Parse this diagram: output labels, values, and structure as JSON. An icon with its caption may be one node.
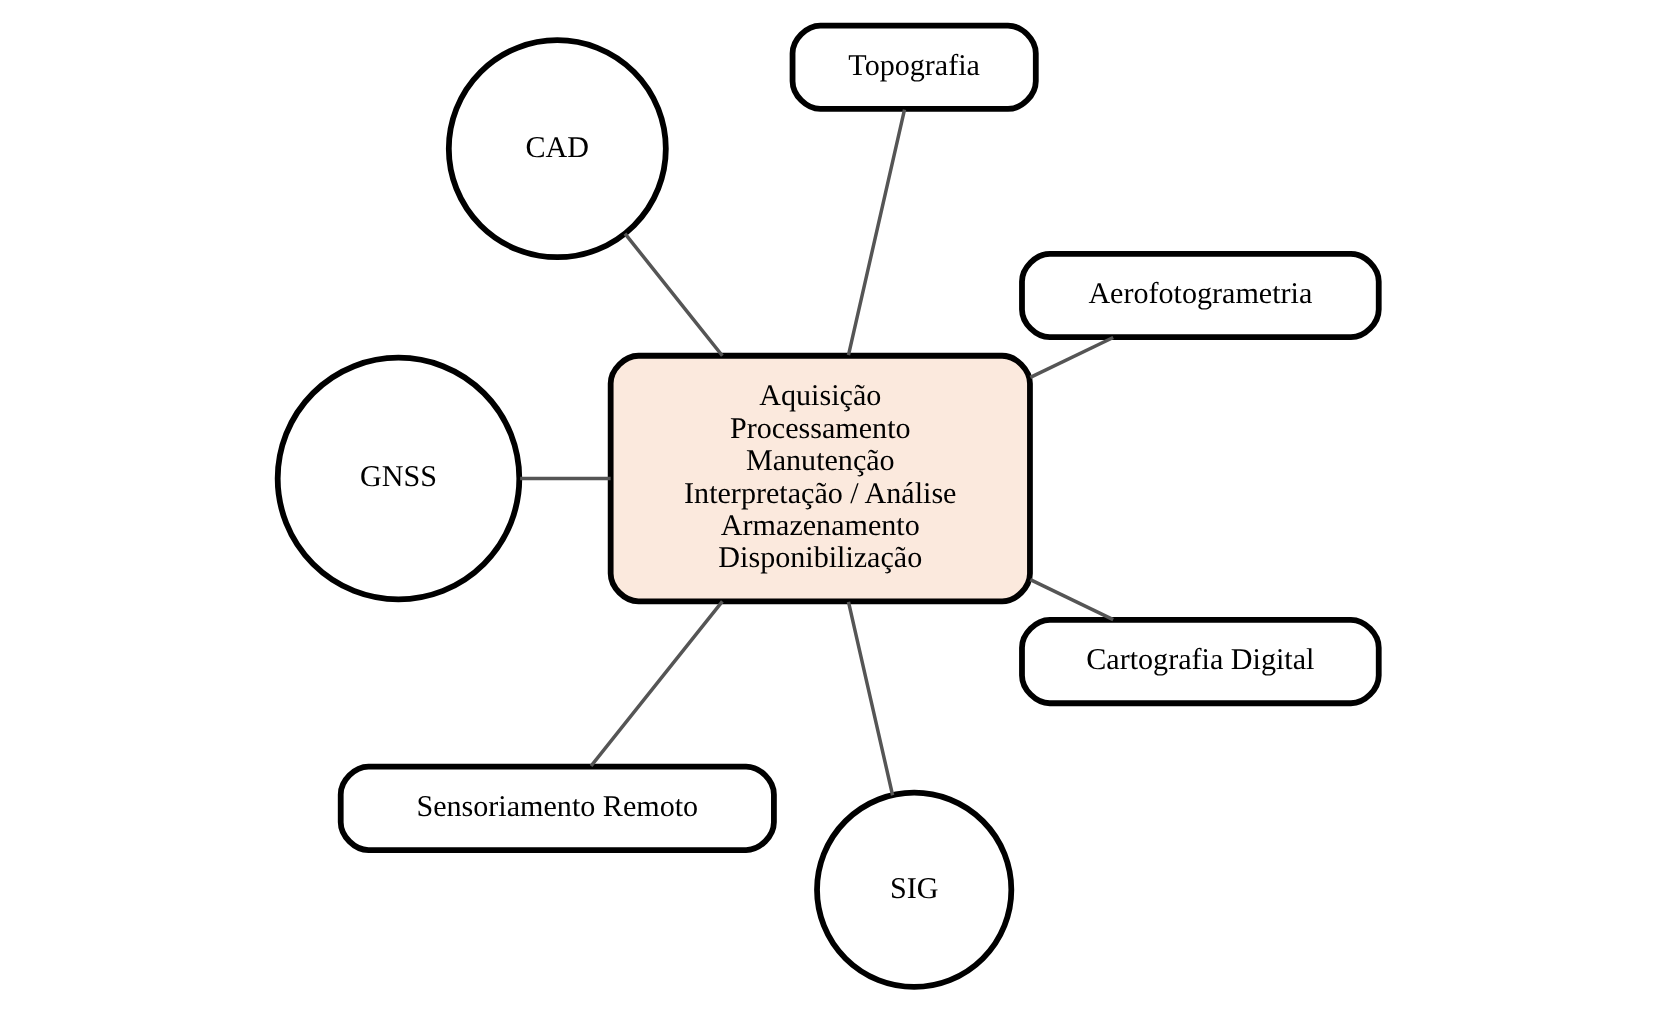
{
  "diagram": {
    "nodes": [
      {
        "text": [
          "Aquisição",
          "Processamento",
          "Manutenção",
          "Interpretação / Análise",
          "Armazenamento",
          "Disponibilização"
        ]
      },
      {
        "text": [
          "Aerofotogrametria"
        ]
      },
      {
        "text": [
          "Topografia"
        ]
      },
      {
        "text": [
          "CAD"
        ]
      },
      {
        "text": [
          "GNSS"
        ]
      },
      {
        "text": [
          "Sensoriamento Remoto"
        ]
      },
      {
        "text": [
          "SIG"
        ]
      },
      {
        "text": [
          "Cartografia Digital"
        ]
      }
    ],
    "edges": [
      {
        "from": 0,
        "to": 1,
        "arrow": "none"
      },
      {
        "from": 0,
        "to": 2,
        "arrow": "none"
      },
      {
        "from": 0,
        "to": 3,
        "arrow": "none"
      },
      {
        "from": 0,
        "to": 4,
        "arrow": "none"
      },
      {
        "from": 0,
        "to": 5,
        "arrow": "none"
      },
      {
        "from": 0,
        "to": 6,
        "arrow": "none"
      },
      {
        "from": 0,
        "to": 7,
        "arrow": "none"
      }
    ]
  }
}
